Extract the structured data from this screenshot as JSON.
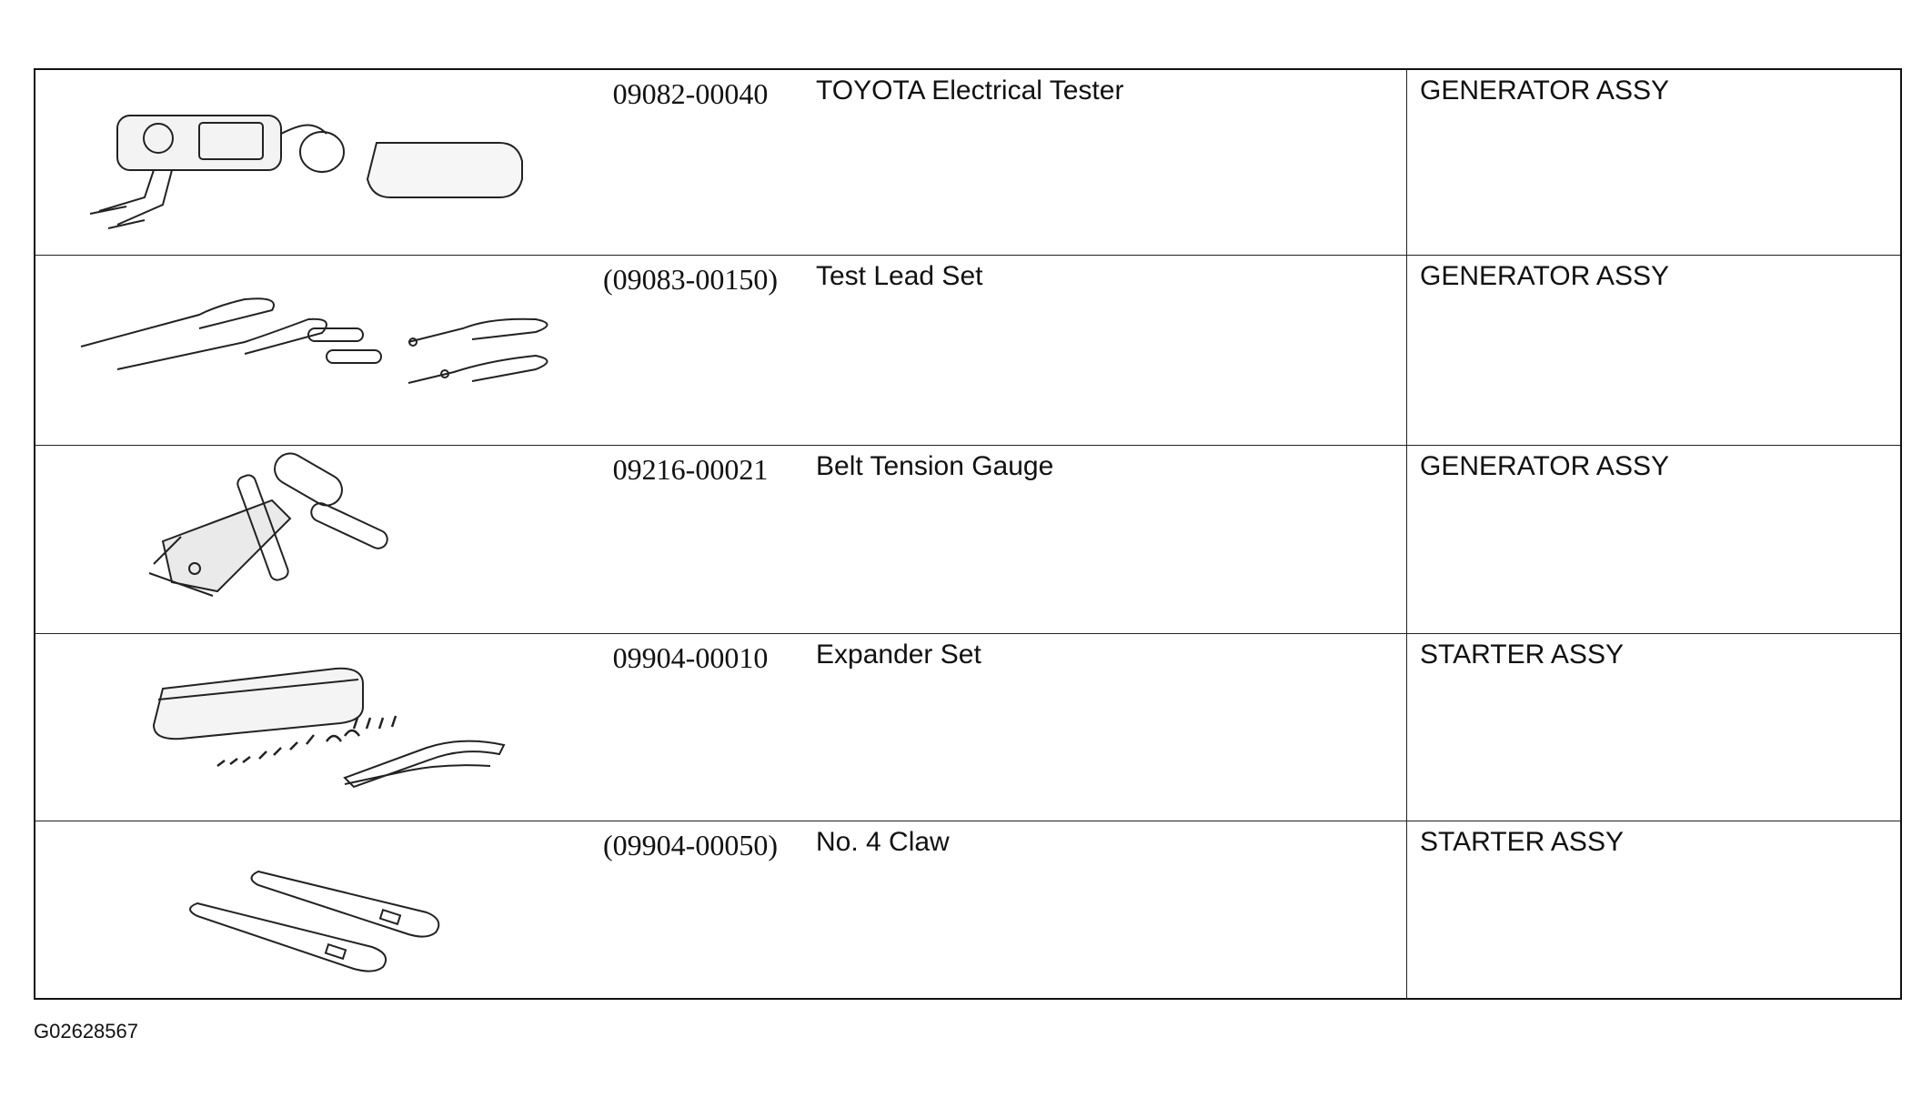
{
  "tools": [
    {
      "part_no": "09082-00040",
      "name": "TOYOTA Electrical Tester",
      "use": "GENERATOR ASSY"
    },
    {
      "part_no": "(09083-00150)",
      "name": "Test Lead Set",
      "use": "GENERATOR ASSY"
    },
    {
      "part_no": "09216-00021",
      "name": "Belt Tension Gauge",
      "use": "GENERATOR ASSY"
    },
    {
      "part_no": "09904-00010",
      "name": "Expander Set",
      "use": "STARTER ASSY"
    },
    {
      "part_no": "(09904-00050)",
      "name": "No. 4 Claw",
      "use": "STARTER ASSY"
    }
  ],
  "figure_code": "G02628567",
  "icons": [
    "electrical-tester-icon",
    "test-lead-set-icon",
    "belt-tension-gauge-icon",
    "expander-set-icon",
    "claw-icon"
  ]
}
